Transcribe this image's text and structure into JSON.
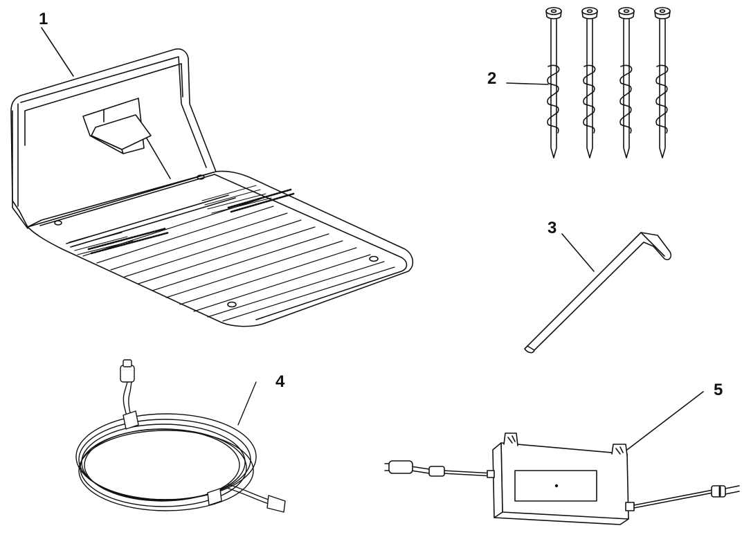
{
  "callouts": {
    "c1": "1",
    "c2": "2",
    "c3": "3",
    "c4": "4",
    "c5": "5"
  },
  "parts": [
    {
      "callout": "1",
      "icon": "charging-station-base-plate-icon"
    },
    {
      "callout": "2",
      "icon": "screw-stakes-icon"
    },
    {
      "callout": "3",
      "icon": "hex-key-icon"
    },
    {
      "callout": "4",
      "icon": "coiled-low-voltage-cable-icon"
    },
    {
      "callout": "5",
      "icon": "power-supply-icon"
    }
  ],
  "colors": {
    "ink": "#111111",
    "paper": "#ffffff"
  }
}
